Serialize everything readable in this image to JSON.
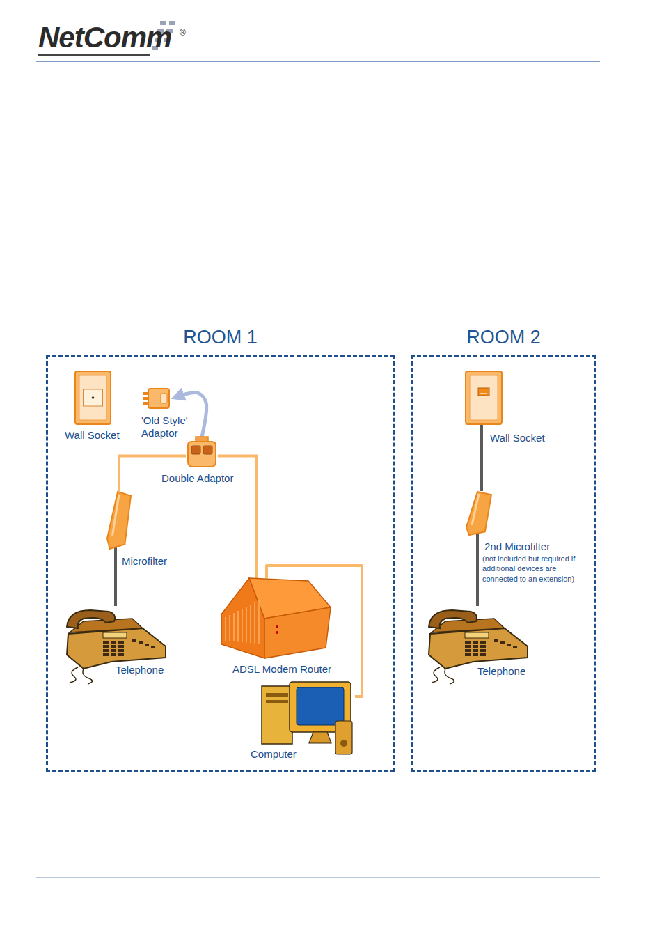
{
  "diagram": {
    "nodes": [
      {
        "text": [
          "ROOM 1"
        ]
      },
      {
        "text": [
          "Wall Socket"
        ],
        "in": 0
      },
      {
        "text": [
          "'Old Style' Adaptor"
        ],
        "in": 0
      },
      {
        "text": [
          "Double Adaptor"
        ],
        "in": 0
      },
      {
        "text": [
          "Microfilter"
        ],
        "in": 0
      },
      {
        "text": [
          "Telephone"
        ],
        "in": 0
      },
      {
        "text": [
          "ADSL Modem Router"
        ],
        "in": 0
      },
      {
        "text": [
          "Computer"
        ],
        "in": 0
      },
      {
        "text": [
          "ROOM 2"
        ]
      },
      {
        "text": [
          "Wall Socket"
        ],
        "in": 8
      },
      {
        "text": [
          "2nd Microfilter",
          "(not included but required if additional devices are connected to an extension)"
        ],
        "in": 8
      },
      {
        "text": [
          "Telephone"
        ],
        "in": 8
      }
    ],
    "edges": [
      {
        "from": 3,
        "to": 4,
        "arrow": "none"
      },
      {
        "from": 3,
        "to": 6,
        "arrow": "none"
      },
      {
        "from": 4,
        "to": 5,
        "arrow": "none"
      },
      {
        "from": 6,
        "to": 7,
        "arrow": "none"
      },
      {
        "from": 3,
        "to": 2,
        "arrow": "to"
      },
      {
        "from": 9,
        "to": 10,
        "arrow": "none"
      },
      {
        "from": 10,
        "to": 11,
        "arrow": "none"
      }
    ],
    "labels": [
      "NetComm",
      "®"
    ]
  }
}
